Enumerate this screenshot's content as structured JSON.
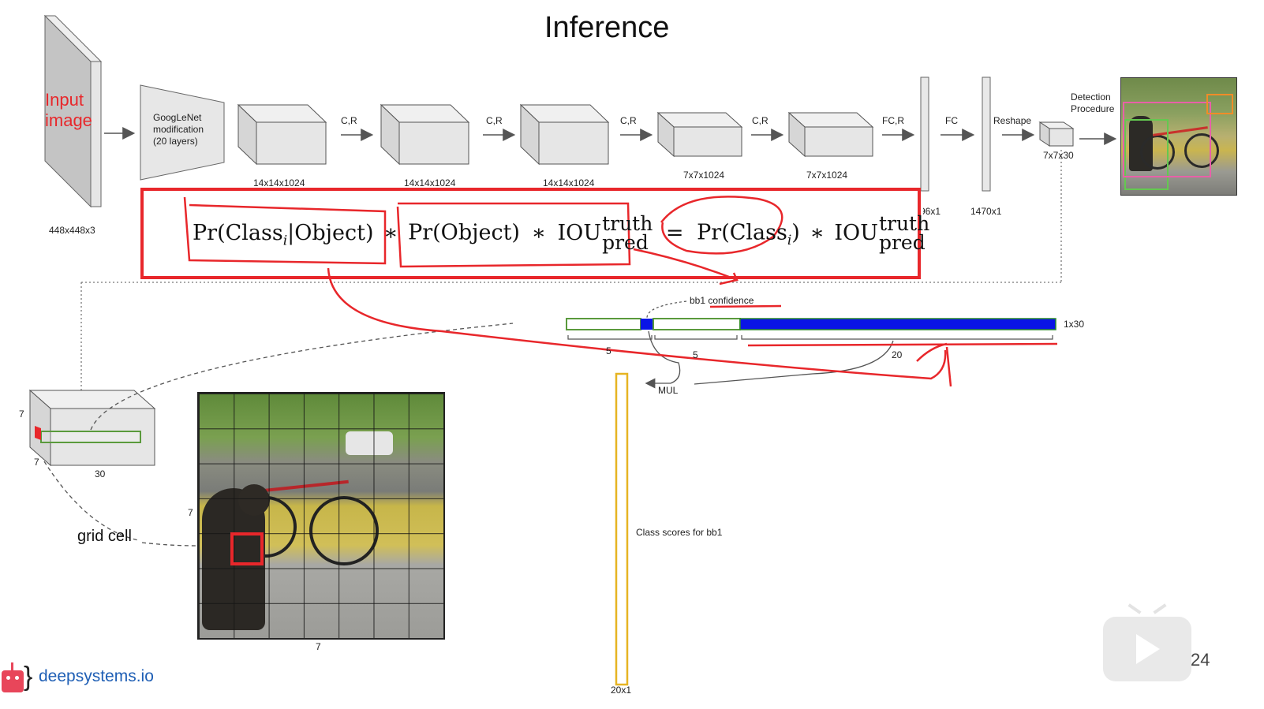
{
  "slide": {
    "title": "Inference",
    "page_number": "24",
    "brand": "deepsystems.io"
  },
  "network": {
    "input_label": "Input\nimage",
    "input_size": "448x448x3",
    "googlenet_label": "GoogLeNet\nmodification\n(20 layers)",
    "layer_ops": [
      "C,R",
      "C,R",
      "C,R",
      "C,R",
      "FC,R",
      "FC",
      "Reshape"
    ],
    "layer_sizes": [
      "14x14x1024",
      "14x14x1024",
      "14x14x1024",
      "7x7x1024",
      "7x7x1024"
    ],
    "fc_sizes": [
      "96x1",
      "1470x1"
    ],
    "output_size": "7x7x30",
    "detection_label": "Detection\nProcedure"
  },
  "formula": {
    "lhs_pr": "Pr(Class",
    "lhs_sub": "i",
    "lhs_obj": "|Object)",
    "times1": "∗",
    "mid_pr": "Pr(Object)",
    "times2": "∗",
    "iou": "IOU",
    "iou_sup": "truth",
    "iou_sub": "pred",
    "equals": "=",
    "rhs_pr": "Pr(Class",
    "rhs_sub": "i",
    "rhs_close": ")",
    "times3": "∗",
    "iou2": "IOU",
    "iou2_sup": "truth",
    "iou2_sub": "pred"
  },
  "vector": {
    "bb1_confidence": "bb1 confidence",
    "size": "1x30",
    "seg_labels": [
      "5",
      "5",
      "20"
    ],
    "mul_label": "MUL",
    "class_scores_label": "Class scores for bb1",
    "class_scores_size": "20x1"
  },
  "grid": {
    "cell_label": "grid cell",
    "dim_x": "7",
    "dim_y": "7",
    "tensor_dims": [
      "7",
      "7",
      "30"
    ]
  },
  "colors": {
    "annotation_red": "#e8272b",
    "vector_blue": "#0a14e6",
    "vector_green": "#5a9a3c",
    "class_scores_yellow": "#e6b422"
  }
}
